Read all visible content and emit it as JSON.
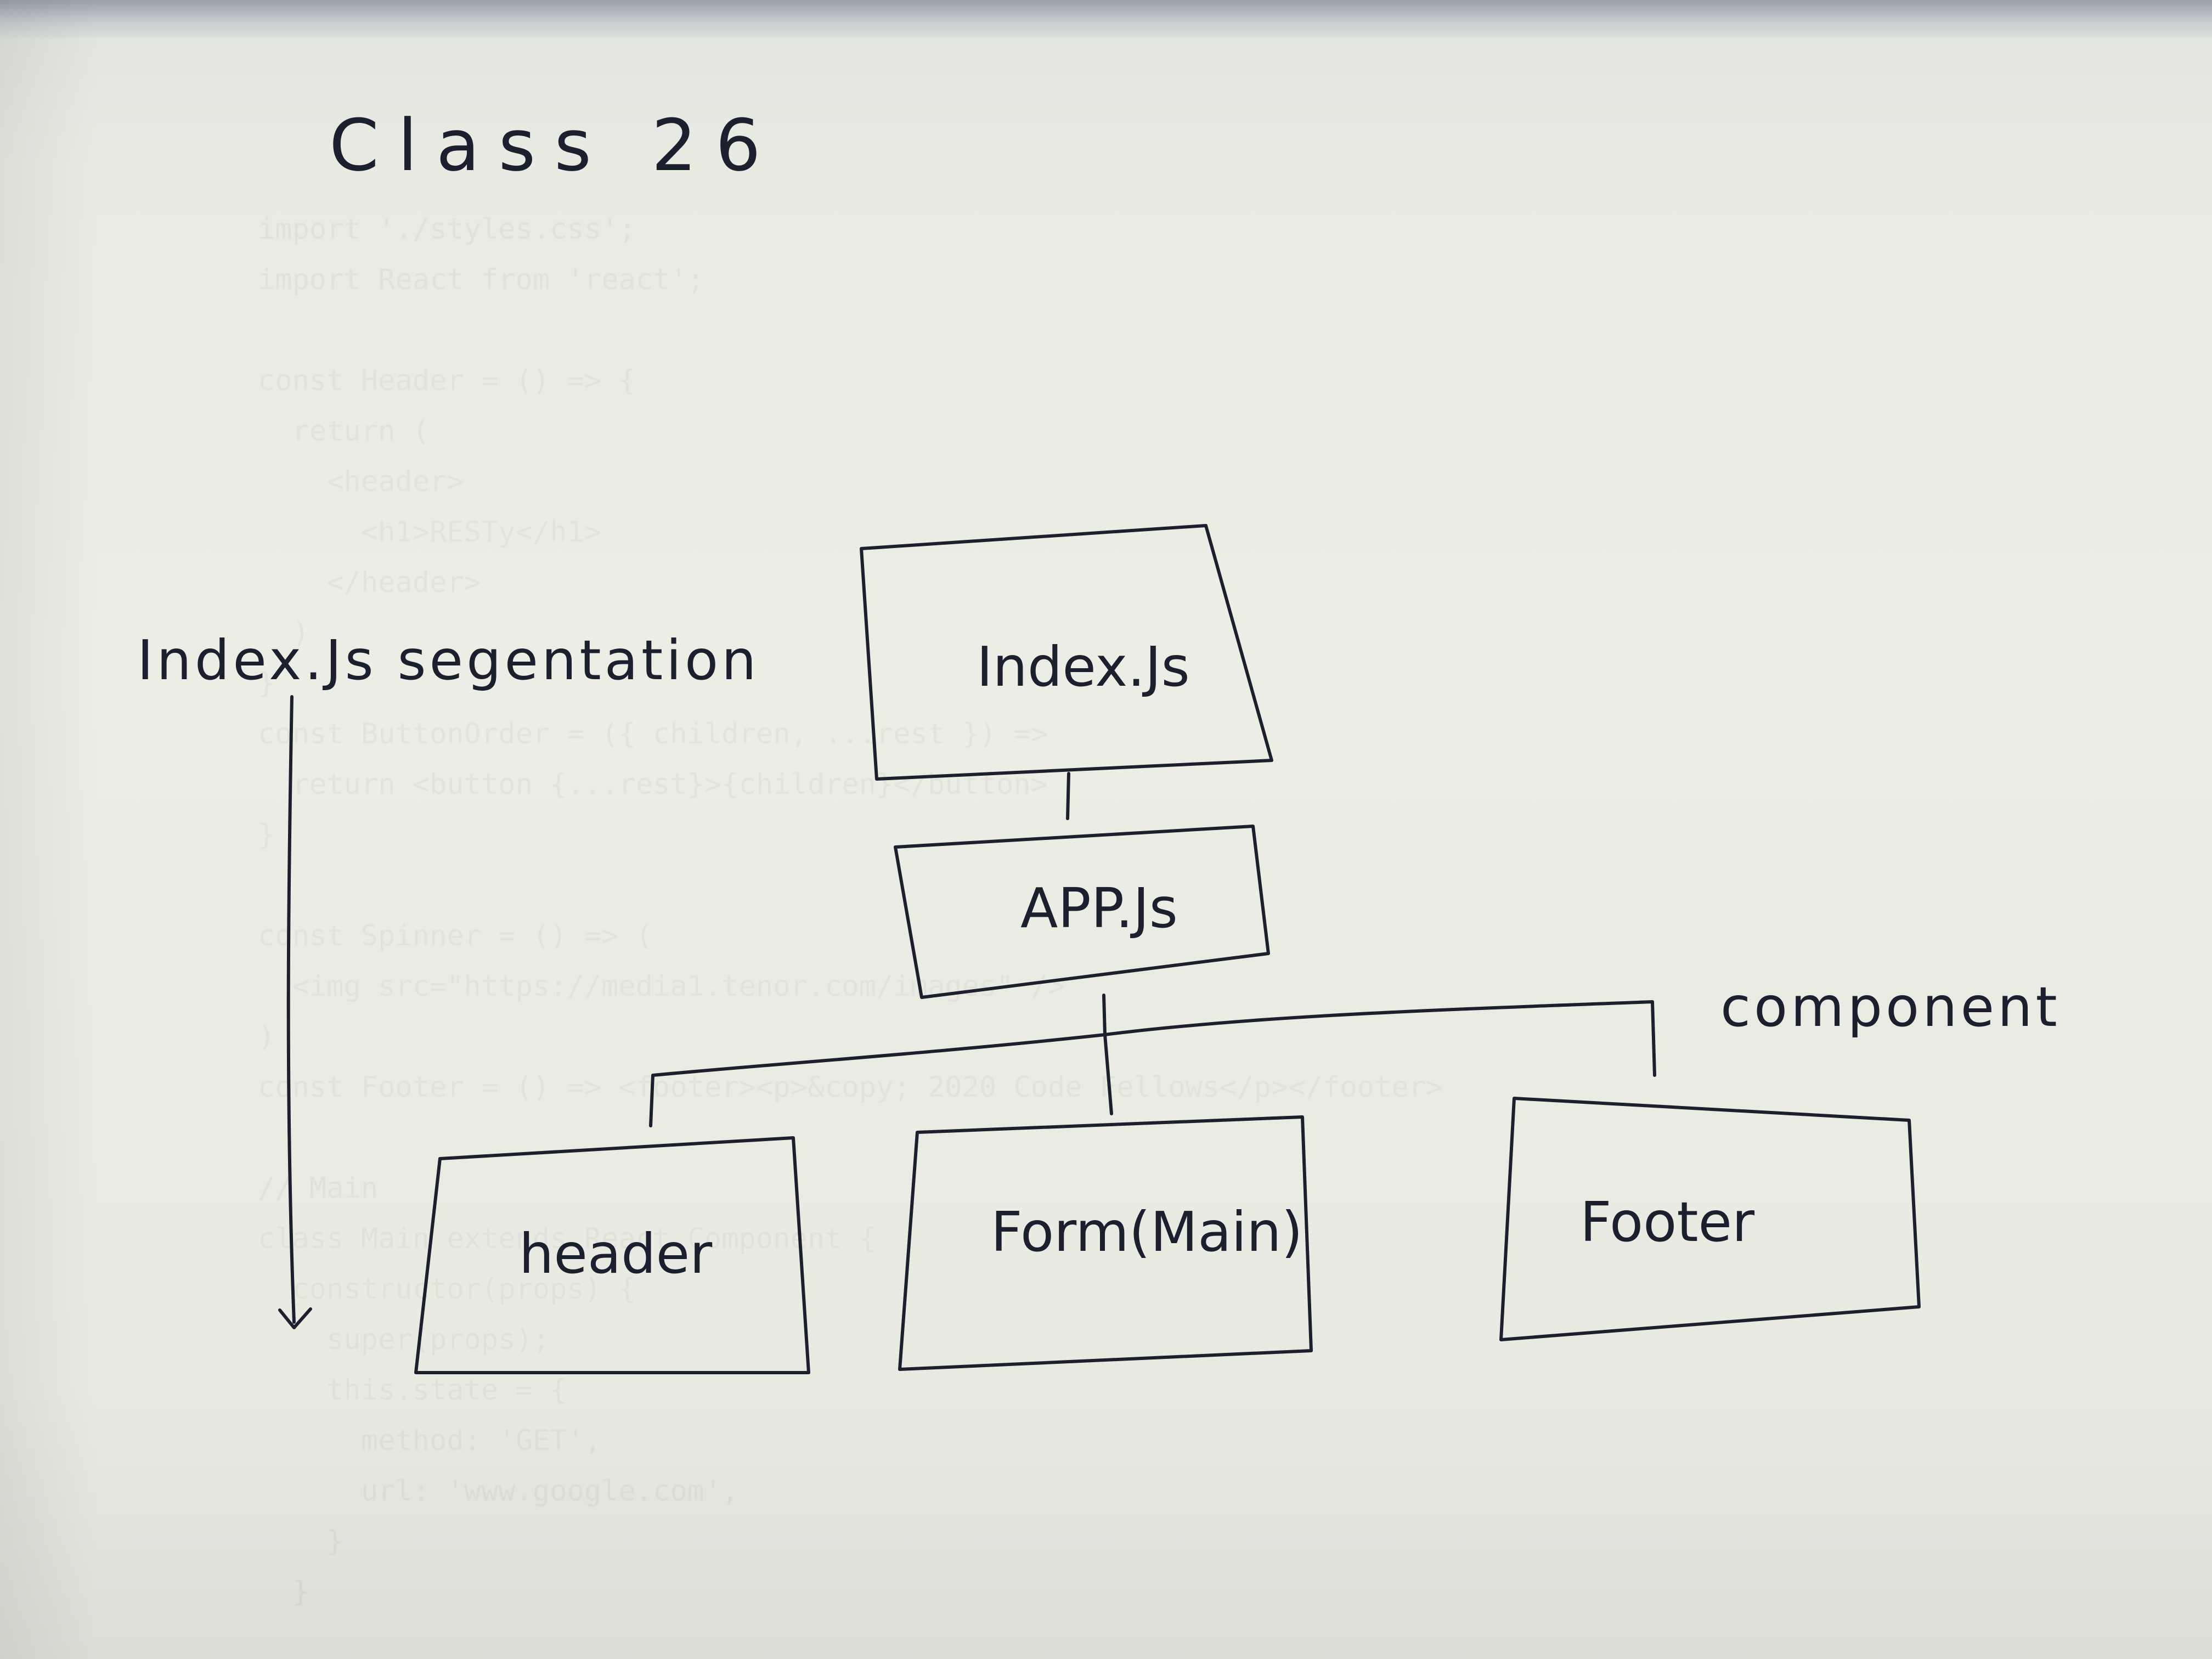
{
  "title": "Class 26",
  "side_note": "Index.Js segentation",
  "relation_label": "component",
  "nodes": {
    "index": {
      "label": "Index.Js"
    },
    "app": {
      "label": "APP.Js"
    },
    "header": {
      "label": "header"
    },
    "form": {
      "label": "Form(Main)"
    },
    "footer": {
      "label": "Footer"
    }
  },
  "edges": [
    {
      "from": "Index.Js",
      "to": "APP.Js"
    },
    {
      "from": "APP.Js",
      "to": "header"
    },
    {
      "from": "APP.Js",
      "to": "Form(Main)"
    },
    {
      "from": "APP.Js",
      "to": "Footer"
    }
  ],
  "colors": {
    "ink": "#1b1f2e",
    "paper": "#eceee6"
  }
}
